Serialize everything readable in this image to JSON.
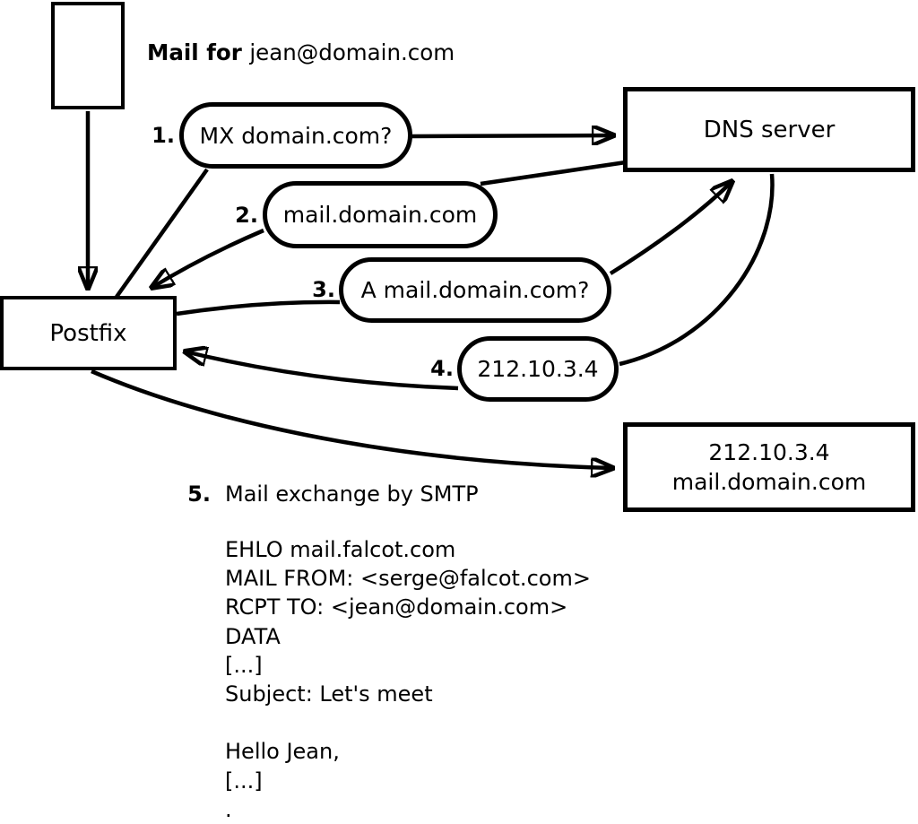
{
  "colors": {
    "ink": "#000000",
    "background": "#ffffff"
  },
  "note": {
    "prefix": "Mail for ",
    "address": "jean@domain.com"
  },
  "nodes": {
    "postfix": "Postfix",
    "dns_server": "DNS server",
    "mail_server": {
      "line1": "212.10.3.4",
      "line2": "mail.domain.com"
    }
  },
  "steps": [
    {
      "num": "1.",
      "label": "MX domain.com?"
    },
    {
      "num": "2.",
      "label": "mail.domain.com"
    },
    {
      "num": "3.",
      "label": "A mail.domain.com?"
    },
    {
      "num": "4.",
      "label": "212.10.3.4"
    },
    {
      "num": "5.",
      "label": "Mail exchange by SMTP"
    }
  ],
  "smtp_session": {
    "lines": [
      "EHLO mail.falcot.com",
      "MAIL FROM: <serge@falcot.com>",
      "RCPT TO: <jean@domain.com>",
      "DATA",
      "[...]",
      "Subject: Let's meet",
      "",
      "Hello Jean,",
      "[...]",
      "."
    ]
  }
}
